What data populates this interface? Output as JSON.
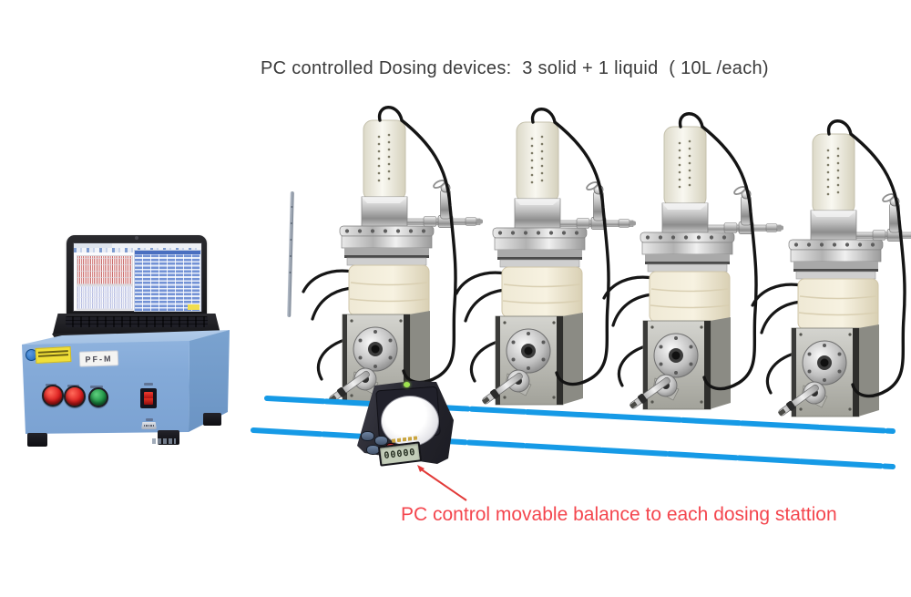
{
  "title": {
    "text": "PC controlled Dosing devices:  3 solid + 1 liquid  ( 10L /each)",
    "color": "#3b3b3b"
  },
  "annotation": {
    "text": "PC control movable balance to each dosing stattion",
    "text_color": "#f4464e",
    "line_color": "#e23a38"
  },
  "control_station": {
    "box_label": "PF-M",
    "colors": {
      "front": "#84aad8",
      "side": "#6a93c3",
      "top": "#a9c6e6",
      "name_plate": "#f4f4f2",
      "warning_sticker": "#f0df38",
      "round_badge": "#1d66b5"
    },
    "buttons": [
      {
        "name": "push-button-red-1",
        "color": "#dd1f1f"
      },
      {
        "name": "push-button-red-2",
        "color": "#dd1f1f"
      },
      {
        "name": "push-button-green",
        "color": "#1f9547"
      }
    ],
    "power_switch": {
      "rocker_color": "#d42222",
      "bezel_color": "#14141e"
    },
    "serial_port": {
      "name": "db9-connector"
    }
  },
  "laptop": {
    "body_color": "#1c1c1e",
    "screen": {
      "chart_top_color": "#d98b8b",
      "chart_bottom_color": "#b9bfe2",
      "table_row_color": "#7392d5",
      "table_alt_color": "#e8eefa",
      "table_header_color": "#4a6fc0",
      "highlight_cell_color": "#f1de4e"
    }
  },
  "dosing_devices": {
    "count": 4,
    "items": [
      {
        "id": "dosing-device-1"
      },
      {
        "id": "dosing-device-2"
      },
      {
        "id": "dosing-device-3"
      },
      {
        "id": "dosing-device-4"
      }
    ],
    "parts": [
      "feeder-cylinder",
      "drive-block",
      "dosing-valve",
      "reactor-flange",
      "heater-insulation",
      "motor-housing",
      "discharge-tube",
      "power-cables",
      "stand-pole"
    ]
  },
  "rails": {
    "color": "#169ae6",
    "count": 2
  },
  "balance": {
    "display_value": "00000",
    "led_color": "#9ee24f",
    "body_color": "#26262e",
    "lcd_color": "#c3cdb9"
  }
}
